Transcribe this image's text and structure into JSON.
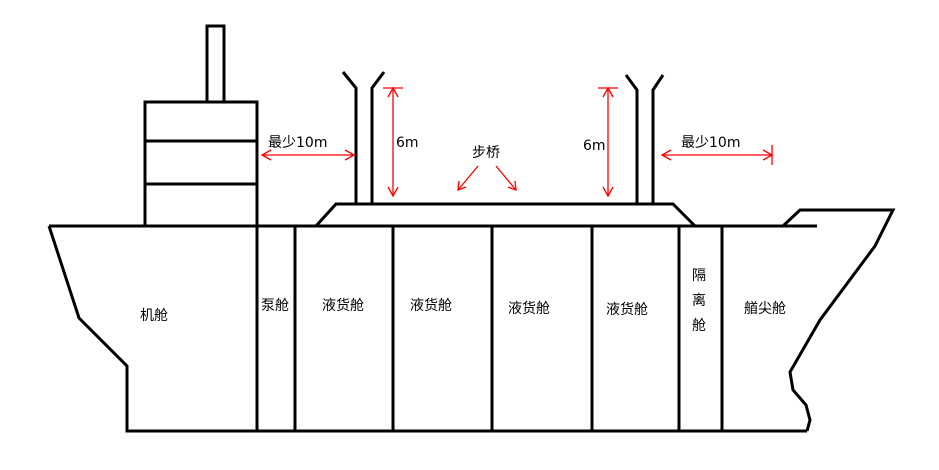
{
  "labels": {
    "engine_room": "机舱",
    "pump_room": "泵舱",
    "cargo_tank_1": "液货舱",
    "cargo_tank_2": "液货舱",
    "cargo_tank_3": "液货舱",
    "cargo_tank_4": "液货舱",
    "cofferdam_1": "隔",
    "cofferdam_2": "离",
    "cofferdam_3": "舱",
    "forepeak": "艏尖舱",
    "catwalk": "步桥"
  },
  "dimensions": {
    "aft_min_distance": "最少10m",
    "fore_min_distance": "最少10m",
    "aft_mast_height": "6m",
    "fore_mast_height": "6m"
  },
  "colors": {
    "outline": "#000000",
    "dimension": "#ff0000"
  }
}
